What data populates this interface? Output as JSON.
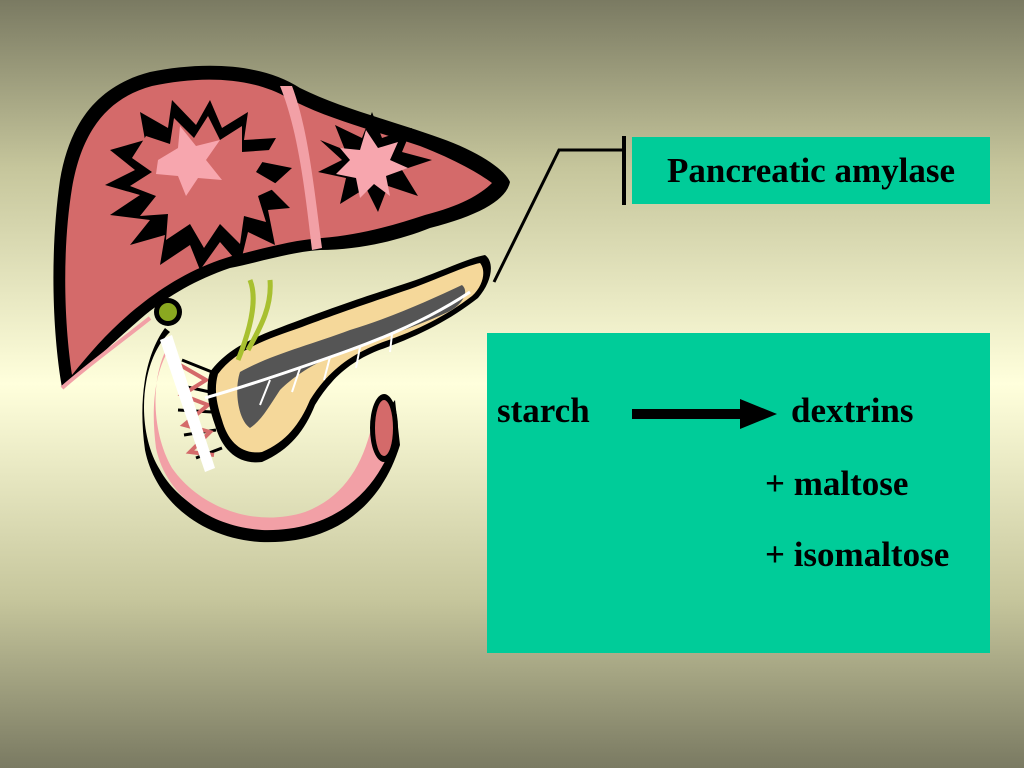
{
  "title": "Pancreatic amylase",
  "reaction": {
    "substrate": "starch",
    "product": "dextrins",
    "coproducts": [
      "+ maltose",
      "+ isomaltose"
    ]
  },
  "colors": {
    "box": "#00cc99",
    "liver": "#d46a6a",
    "pancreas": "#f5d89a",
    "duodenum": "#f2a0a6",
    "outline": "#000000"
  },
  "icons": [
    "liver-illustration",
    "pancreas-illustration",
    "duodenum-illustration",
    "gallbladder-illustration"
  ]
}
